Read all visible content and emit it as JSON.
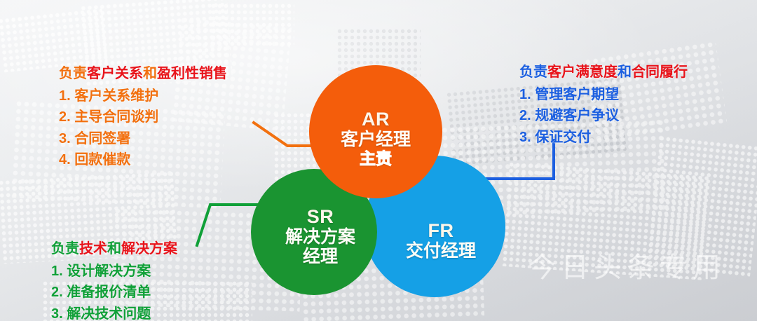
{
  "slide": {
    "watermark": "今日头条专用",
    "colors": {
      "ar_orange": "#f45d0b",
      "sr_green": "#1a9431",
      "fr_blue": "#15a0e6",
      "highlight_red": "#e8141b",
      "ar_text_orange": "#f2700f",
      "fr_text_blue": "#1c5fe0",
      "sr_text_green": "#10a038",
      "tag_blue": "#86d6f7",
      "background_gray": "#e3e5e8"
    }
  },
  "circles": {
    "ar": {
      "code": "AR",
      "role": "客户经理",
      "tag": "主责"
    },
    "sr": {
      "code": "SR",
      "role_line1": "解决方案",
      "role_line2": "经理"
    },
    "fr": {
      "code": "FR",
      "role": "交付经理"
    }
  },
  "blocks": {
    "ar": {
      "head_1": "负责",
      "head_2": "客户关系",
      "head_3": "和",
      "head_4": "盈利性销售",
      "items": [
        "1. 客户关系维护",
        "2. 主导合同谈判",
        "3. 合同签署",
        "4. 回款催款"
      ]
    },
    "fr": {
      "head_1": "负责",
      "head_2": "客户满意度",
      "head_3": "和",
      "head_4": "合同履行",
      "items": [
        "1. 管理客户期望",
        "2. 规避客户争议",
        "3. 保证交付"
      ]
    },
    "sr": {
      "head_1": "负责",
      "head_2": "技术",
      "head_3": "和",
      "head_4": "解决方案",
      "items": [
        "1. 设计解决方案",
        "2. 准备报价清单",
        "3. 解决技术问题"
      ]
    }
  }
}
